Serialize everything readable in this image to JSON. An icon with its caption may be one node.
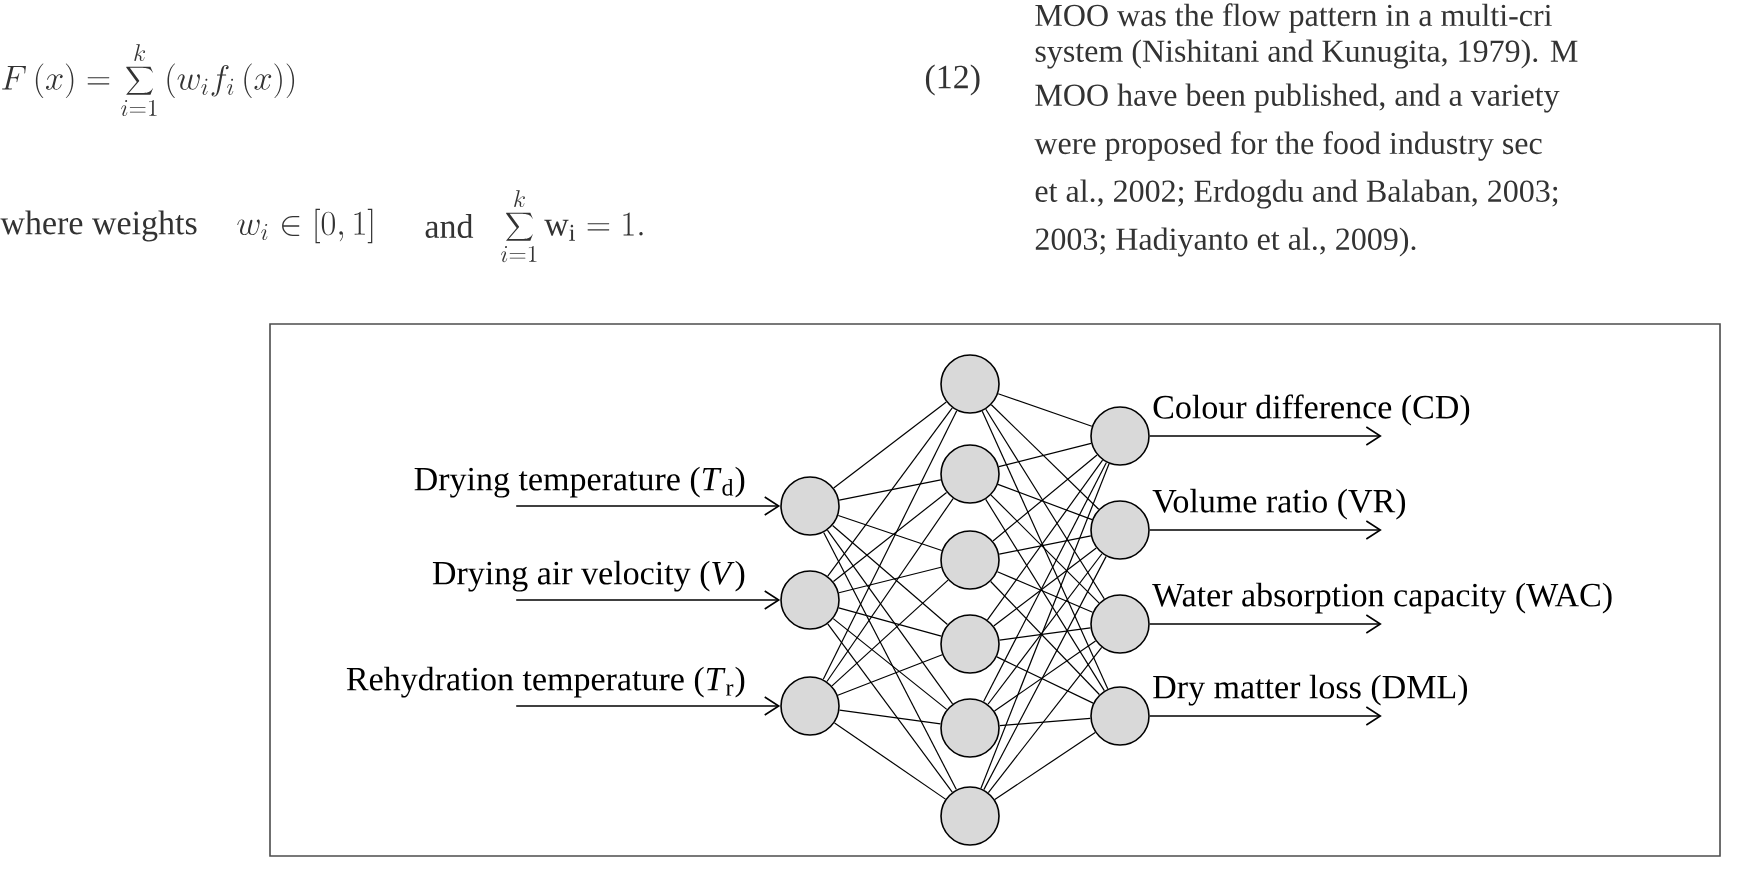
{
  "diagram": {
    "nodes": [
      {
        "text": [],
        "shape": "circle"
      },
      {
        "text": [],
        "shape": "circle"
      },
      {
        "text": [],
        "shape": "circle"
      },
      {
        "text": [],
        "shape": "circle"
      },
      {
        "text": [],
        "shape": "circle"
      },
      {
        "text": [],
        "shape": "circle"
      },
      {
        "text": [],
        "shape": "circle"
      },
      {
        "text": [],
        "shape": "circle"
      },
      {
        "text": [],
        "shape": "circle"
      },
      {
        "text": [],
        "shape": "circle"
      },
      {
        "text": [],
        "shape": "circle"
      },
      {
        "text": [],
        "shape": "circle"
      },
      {
        "text": [],
        "shape": "circle"
      }
    ],
    "edges": [
      {
        "from": null,
        "to": 0,
        "arrow": "to",
        "label": "Drying temperature (*T*$_{d}$)"
      },
      {
        "from": null,
        "to": 1,
        "arrow": "to",
        "label": "Drying air velocity (*V*)"
      },
      {
        "from": null,
        "to": 2,
        "arrow": "to",
        "label": "Rehydration temperature (*T*$_{r}$)"
      },
      {
        "from": 0,
        "to": 3,
        "arrow": "none"
      },
      {
        "from": 0,
        "to": 4,
        "arrow": "none"
      },
      {
        "from": 0,
        "to": 5,
        "arrow": "none"
      },
      {
        "from": 0,
        "to": 6,
        "arrow": "none"
      },
      {
        "from": 0,
        "to": 7,
        "arrow": "none"
      },
      {
        "from": 0,
        "to": 8,
        "arrow": "none"
      },
      {
        "from": 1,
        "to": 3,
        "arrow": "none"
      },
      {
        "from": 1,
        "to": 4,
        "arrow": "none"
      },
      {
        "from": 1,
        "to": 5,
        "arrow": "none"
      },
      {
        "from": 1,
        "to": 6,
        "arrow": "none"
      },
      {
        "from": 1,
        "to": 7,
        "arrow": "none"
      },
      {
        "from": 1,
        "to": 8,
        "arrow": "none"
      },
      {
        "from": 2,
        "to": 3,
        "arrow": "none"
      },
      {
        "from": 2,
        "to": 4,
        "arrow": "none"
      },
      {
        "from": 2,
        "to": 5,
        "arrow": "none"
      },
      {
        "from": 2,
        "to": 6,
        "arrow": "none"
      },
      {
        "from": 2,
        "to": 7,
        "arrow": "none"
      },
      {
        "from": 2,
        "to": 8,
        "arrow": "none"
      },
      {
        "from": 3,
        "to": 9,
        "arrow": "none"
      },
      {
        "from": 3,
        "to": 10,
        "arrow": "none"
      },
      {
        "from": 3,
        "to": 11,
        "arrow": "none"
      },
      {
        "from": 3,
        "to": 12,
        "arrow": "none"
      },
      {
        "from": 4,
        "to": 9,
        "arrow": "none"
      },
      {
        "from": 4,
        "to": 10,
        "arrow": "none"
      },
      {
        "from": 4,
        "to": 11,
        "arrow": "none"
      },
      {
        "from": 4,
        "to": 12,
        "arrow": "none"
      },
      {
        "from": 5,
        "to": 9,
        "arrow": "none"
      },
      {
        "from": 5,
        "to": 10,
        "arrow": "none"
      },
      {
        "from": 5,
        "to": 11,
        "arrow": "none"
      },
      {
        "from": 5,
        "to": 12,
        "arrow": "none"
      },
      {
        "from": 6,
        "to": 9,
        "arrow": "none"
      },
      {
        "from": 6,
        "to": 10,
        "arrow": "none"
      },
      {
        "from": 6,
        "to": 11,
        "arrow": "none"
      },
      {
        "from": 6,
        "to": 12,
        "arrow": "none"
      },
      {
        "from": 7,
        "to": 9,
        "arrow": "none"
      },
      {
        "from": 7,
        "to": 10,
        "arrow": "none"
      },
      {
        "from": 7,
        "to": 11,
        "arrow": "none"
      },
      {
        "from": 7,
        "to": 12,
        "arrow": "none"
      },
      {
        "from": 8,
        "to": 9,
        "arrow": "none"
      },
      {
        "from": 8,
        "to": 10,
        "arrow": "none"
      },
      {
        "from": 8,
        "to": 11,
        "arrow": "none"
      },
      {
        "from": 8,
        "to": 12,
        "arrow": "none"
      },
      {
        "from": 9,
        "to": null,
        "arrow": "to",
        "label": "Colour difference (CD)"
      },
      {
        "from": 10,
        "to": null,
        "arrow": "to",
        "label": "Volume ratio (VR)"
      },
      {
        "from": 11,
        "to": null,
        "arrow": "to",
        "label": "Water absorption capacity (WAC)"
      },
      {
        "from": 12,
        "to": null,
        "arrow": "to",
        "label": "Dry matter loss (DML)"
      }
    ],
    "labels": [
      "F\\left(x\\right)=\\sum_{i=1}^{k}\\left(w_i f_i\\left(x\\right)\\right)",
      "(12)",
      "where weights",
      "w_i \\in \\left[0,1\\right]",
      "and",
      "\\sum_{i=1}^{k}\\mathrm{w}_\\mathrm{i}=1.",
      "MOO was the flow pattern in a multi-cri",
      "system (Nishitani and Kunugita, 1979). M",
      "MOO have been published, and a variety",
      "were proposed for the food industry sec",
      "et al., 2002; Erdogdu and Balaban, 2003;",
      "2003; Hadiyanto et al., 2009)."
    ]
  }
}
